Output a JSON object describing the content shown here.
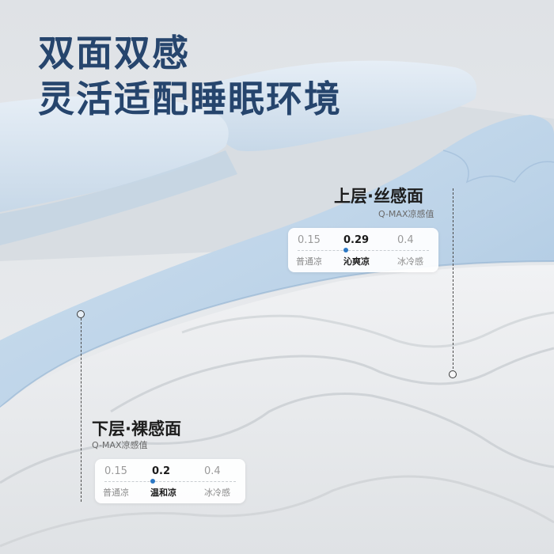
{
  "headline": {
    "line1": "双面双感",
    "line2": "灵活适配睡眠环境",
    "color": "#26456d"
  },
  "upper_layer": {
    "title": "上层·丝感面",
    "subtitle": "Q-MAX凉感值",
    "scale": [
      {
        "value": "0.15",
        "label": "普通凉",
        "active": false
      },
      {
        "value": "0.29",
        "label": "沁爽凉",
        "active": true
      },
      {
        "value": "0.4",
        "label": "冰冷感",
        "active": false
      }
    ]
  },
  "lower_layer": {
    "title": "下层·裸感面",
    "subtitle": "Q-MAX凉感值",
    "scale": [
      {
        "value": "0.15",
        "label": "普通凉",
        "active": false
      },
      {
        "value": "0.2",
        "label": "温和凉",
        "active": true
      },
      {
        "value": "0.4",
        "label": "冰冷感",
        "active": false
      }
    ]
  },
  "colors": {
    "accent_dot": "#2c78c4",
    "fabric_blue": "#bcd3e8",
    "mattress": "#e4e6e9"
  }
}
